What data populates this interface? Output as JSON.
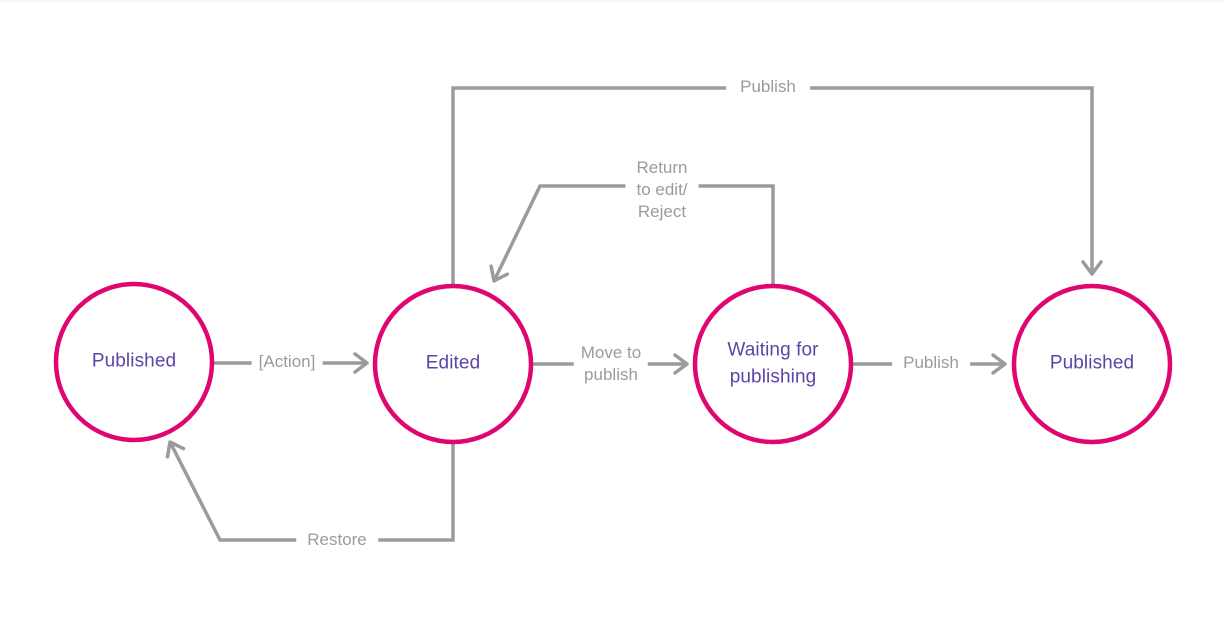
{
  "diagram": {
    "type": "state-diagram",
    "colors": {
      "node_border": "#E00672",
      "node_text": "#5C44A6",
      "edge_line": "#9B9B9B",
      "edge_text": "#9B9B9B",
      "background": "#ffffff"
    },
    "nodes": [
      {
        "id": "published-start",
        "label": "Published"
      },
      {
        "id": "edited",
        "label": "Edited"
      },
      {
        "id": "waiting-for-publishing",
        "label": "Waiting for\npublishing"
      },
      {
        "id": "published-end",
        "label": "Published"
      }
    ],
    "edges": [
      {
        "from": "published-start",
        "to": "edited",
        "label": "[Action]"
      },
      {
        "from": "edited",
        "to": "waiting-for-publishing",
        "label": "Move to\npublish"
      },
      {
        "from": "waiting-for-publishing",
        "to": "published-end",
        "label": "Publish"
      },
      {
        "from": "edited",
        "to": "published-end",
        "label": "Publish"
      },
      {
        "from": "waiting-for-publishing",
        "to": "edited",
        "label": "Return\nto edit/\nReject"
      },
      {
        "from": "edited",
        "to": "published-start",
        "label": "Restore"
      }
    ]
  }
}
